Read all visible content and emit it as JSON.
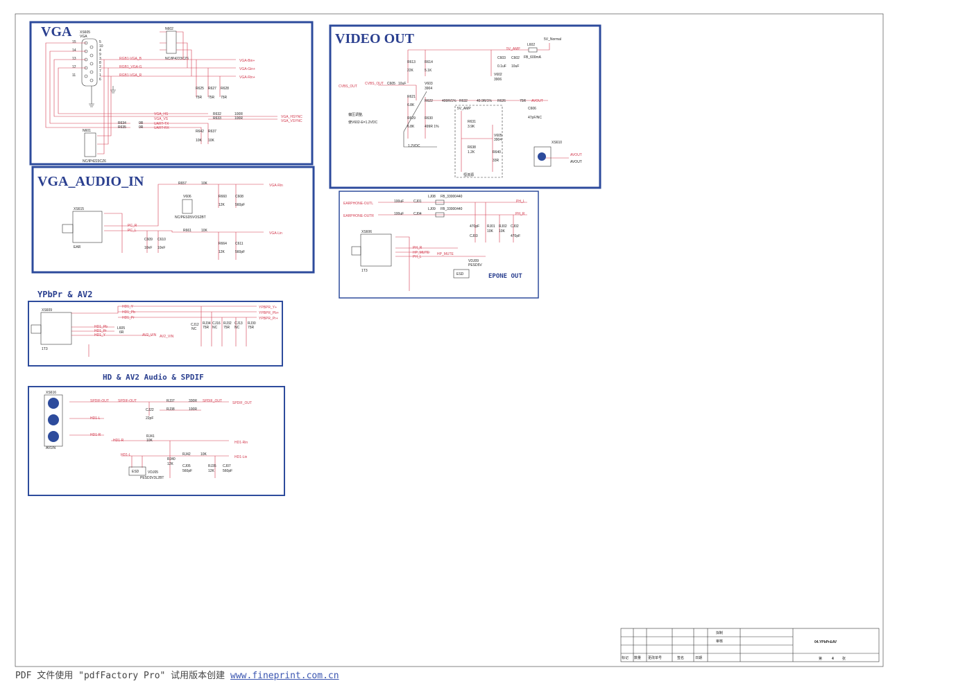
{
  "sections": {
    "vga": "VGA",
    "video_out": "VIDEO OUT",
    "vga_audio_in": "VGA_AUDIO_IN",
    "ypbpr_av2": "YPbPr & AV2",
    "hd_av2_spdif": "HD & AV2 Audio & SPDIF",
    "epone_out": "EPONE OUT"
  },
  "vga": {
    "conn": "XS605",
    "conn_sub": "VGA",
    "ic_top": "N602",
    "ic_top_part": "NC/IP4223CZ6",
    "ic_bot": "N601",
    "ic_bot_part": "NC/IP4223CZ6",
    "pins_left": [
      "15",
      "14",
      "13",
      "12",
      "11"
    ],
    "pins_mid": [
      "5",
      "10",
      "4",
      "9",
      "3",
      "8",
      "2",
      "7",
      "1",
      "6"
    ],
    "nets": [
      "RGB1-VGA_B",
      "RGB1_VGA-G",
      "RGB1-VGA_R",
      "VGA_HS",
      "VGA_VS",
      "UART-TX",
      "UART-RX"
    ],
    "outs": [
      "VGA-Bin+",
      "VGA-Gin+",
      "VGA-Rin+"
    ],
    "sync_outs": [
      "VGA_HSYNC",
      "VGA_VSYNC"
    ],
    "res": [
      "R625",
      "R627",
      "R628",
      "R632",
      "R633",
      "R634",
      "R635",
      "R642",
      "R637"
    ],
    "vals": [
      "75R",
      "75R",
      "75R",
      "100R",
      "100R",
      "0R",
      "0R",
      "10K",
      "10K"
    ]
  },
  "video": {
    "cvbs_in": "CVBS_OUT",
    "cvbs_net": "CVBS_OUT",
    "supply": "5V_Normal",
    "supply_amp": "5V_AMP",
    "l": "L602",
    "l_val": "FB_600mA",
    "caps": [
      "C603",
      "C602",
      "C605",
      "C606"
    ],
    "cap_vals": [
      "0.1uF",
      "10uF",
      "10uF",
      "47pF/NC"
    ],
    "res": [
      "R613",
      "R614",
      "R621",
      "R622",
      "R629",
      "R630",
      "R631",
      "R638",
      "R640",
      "R626",
      "R632"
    ],
    "vals": [
      "22K",
      "5.1K",
      "6.8K",
      "499R/1%",
      "6.8K",
      "499R 1%",
      "3.9K",
      "1.2K",
      "33R",
      "75R",
      "49.9R/1%"
    ],
    "q": [
      "V602",
      "V603",
      "V605"
    ],
    "q_vals": [
      "3906",
      "3904",
      "3904"
    ],
    "note1": "偏压调整,",
    "note2": "使V602-E=1.2VDC",
    "vdc": "1.2VDC",
    "current_src": "恒流源",
    "avout": "AVOUT",
    "jack": "XS610",
    "jack_net": "AVOUT"
  },
  "audio_in": {
    "conn": "XS615",
    "conn_sub": "EAR",
    "nets": [
      "PC_R",
      "PC_L"
    ],
    "res": [
      "R657",
      "R660",
      "R661",
      "R664"
    ],
    "vals": [
      "10K",
      "12K",
      "10K",
      "12K"
    ],
    "caps": [
      "C608",
      "C609",
      "C610",
      "C611"
    ],
    "cap_vals": [
      "560pF",
      "10nF",
      "10nF",
      "560pF"
    ],
    "esd": "V606",
    "esd_part": "NC/PESD5VOS2BT",
    "outs": [
      "VGA-Rin",
      "VGA-Lin"
    ]
  },
  "epone": {
    "ins": [
      "EARPHONE-OUTL",
      "EARPHONE-OUTR"
    ],
    "caps": [
      "CJ01",
      "CJ04",
      "CJ03",
      "CJ02"
    ],
    "cap_vals": [
      "100uF",
      "100uF",
      "470pF",
      "470pF"
    ],
    "l": [
      "LJ08",
      "LJ09"
    ],
    "l_val": "FB_33000440",
    "res": [
      "RJ01",
      "RJ02"
    ],
    "res_val": "10K",
    "outs": [
      "PH_L",
      "PH_R"
    ],
    "conn": "XS606",
    "conn_sub": "1T3",
    "nets": [
      "PH_R",
      "HP_MUTE",
      "PH_L"
    ],
    "mute": "HP_MUTE",
    "esd": "VDJ09",
    "esd_part": "PESD5V",
    "esd_lbl": "ESD"
  },
  "ypbpr": {
    "conn": "XS609",
    "conn_sub": "1T3",
    "nets": [
      "HD1_Y",
      "HD1_Pb",
      "HD1_Pr",
      "HD1_Pb",
      "HD1_Pr",
      "HD1_Y"
    ],
    "outs": [
      "YPBPR_Y+",
      "YPBPR_Pb+",
      "YPBPR_Pr+"
    ],
    "l": "L605",
    "l_val": "6R",
    "av2": "AV2_VIN",
    "parts": [
      "CJ12",
      "RJ34",
      "CJ16",
      "RJ32",
      "CJ13",
      "RJ30"
    ],
    "part_vals": [
      "NC",
      "75R",
      "NC",
      "75R",
      "NC",
      "75R"
    ]
  },
  "spdif": {
    "conn": "XS616",
    "conn_sub": "AV1IN",
    "nets": [
      "SPDIF-OUT",
      "HD1-L",
      "HD1-R"
    ],
    "out": "SPDIF_OUT",
    "res": [
      "RJ37",
      "RJ38",
      "RJ41",
      "RJ42",
      "RJ40",
      "RJ35"
    ],
    "vals": [
      "330R",
      "100R",
      "10K",
      "10K",
      "12K",
      "12K"
    ],
    "caps": [
      "CJ22",
      "CJ05",
      "CJ07"
    ],
    "cap_vals": [
      "22pF",
      "560pF",
      "560pF"
    ],
    "esd": "VDJ05",
    "esd_part": "PESD3V3L2BT",
    "esd_lbl": "ESD",
    "outs": [
      "HD1-Rin",
      "HD1-Lin"
    ]
  },
  "title_block": {
    "r1": "拟制",
    "r2": "审核",
    "cols": [
      "标记",
      "数量",
      "更改单号",
      "签名",
      "日期"
    ],
    "name": "04.YPbPr&AV",
    "sheet_pre": "第",
    "sheet_no": "4",
    "sheet_post": "张"
  },
  "footer": {
    "text": "PDF 文件使用 \"pdfFactory Pro\" 试用版本创建 ",
    "link": "www.fineprint.com.cn"
  }
}
